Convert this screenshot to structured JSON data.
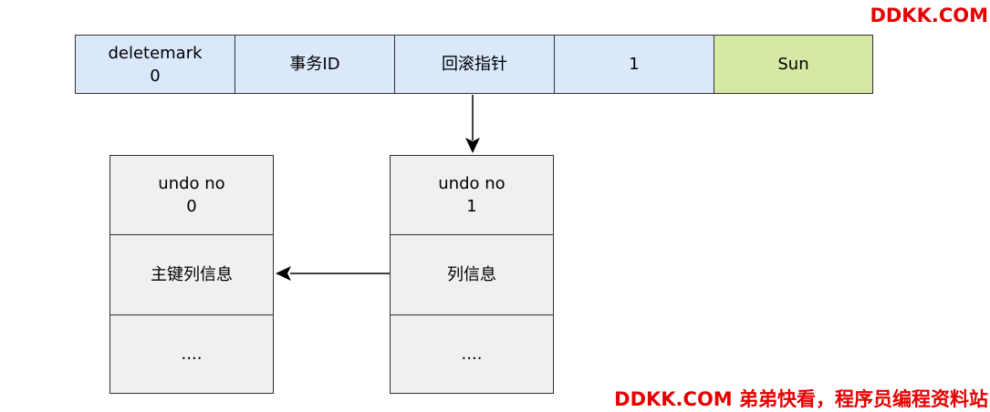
{
  "record_row": {
    "fields": [
      {
        "text": "deletemark\n0",
        "fill": "#dae8fc"
      },
      {
        "text": "事务ID",
        "fill": "#dae8fc"
      },
      {
        "text": "回滚指针",
        "fill": "#dae8fc"
      },
      {
        "text": "1",
        "fill": "#dae8fc"
      },
      {
        "text": "Sun",
        "fill": "#d5e8a4"
      }
    ]
  },
  "undo_log_0": {
    "header": "undo no\n0",
    "info": "主键列信息",
    "more": "...."
  },
  "undo_log_1": {
    "header": "undo no\n1",
    "info": "列信息",
    "more": "...."
  },
  "watermark": {
    "top": "DDKK.COM",
    "bottom": "DDKK.COM 弟弟快看，程序员编程资料站"
  },
  "colors": {
    "blue_cell": "#dae8fc",
    "green_cell": "#d5e8a4",
    "undo_cell": "#f0f0f0",
    "watermark": "#e60000"
  }
}
